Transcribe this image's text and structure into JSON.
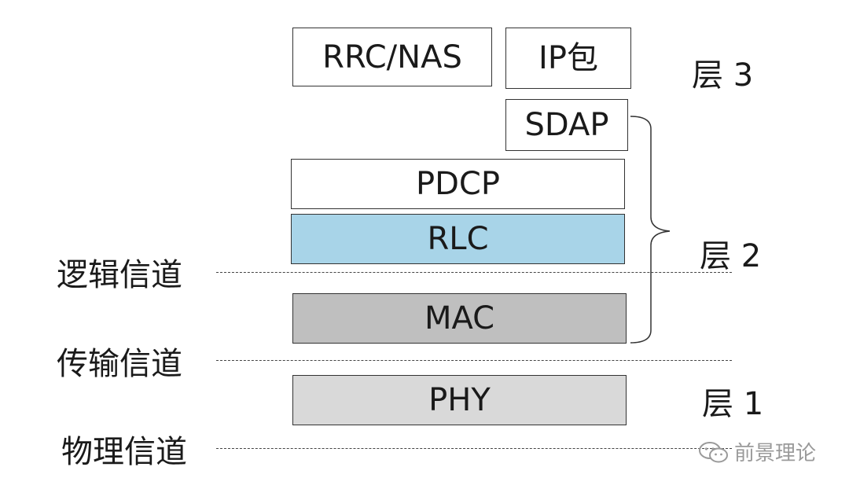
{
  "boxes": {
    "rrc_nas": "RRC/NAS",
    "ip_packet": "IP包",
    "sdap": "SDAP",
    "pdcp": "PDCP",
    "rlc": "RLC",
    "mac": "MAC",
    "phy": "PHY"
  },
  "layers": {
    "layer3": "层 3",
    "layer2": "层 2",
    "layer1": "层 1"
  },
  "channels": {
    "logical": "逻辑信道",
    "transport": "传输信道",
    "physical": "物理信道"
  },
  "colors": {
    "rlc_fill": "#a8d4e8",
    "mac_fill": "#bfbfbf",
    "phy_fill": "#d9d9d9"
  },
  "watermark": {
    "icon": "wechat-icon",
    "text": "前景理论"
  }
}
